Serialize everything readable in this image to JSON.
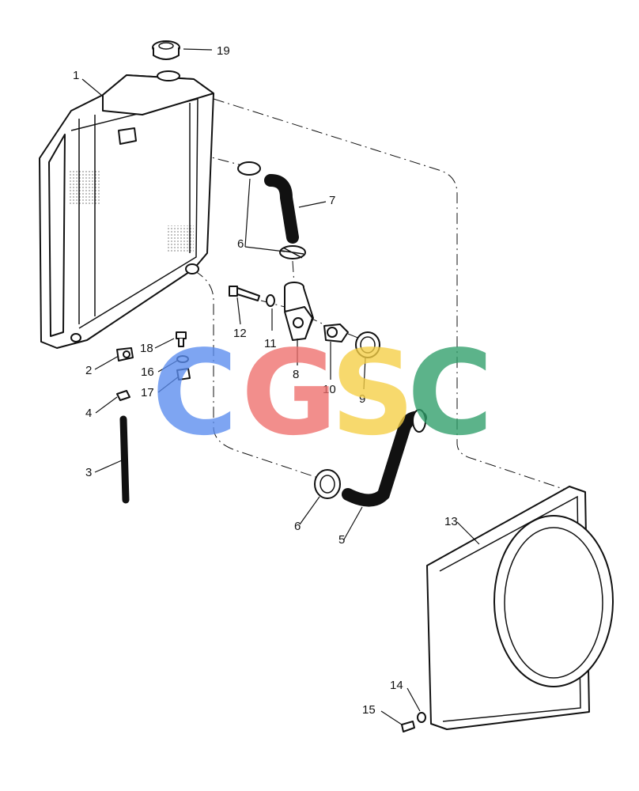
{
  "callouts": [
    "1",
    "2",
    "3",
    "4",
    "5",
    "6",
    "6",
    "7",
    "8",
    "9",
    "10",
    "11",
    "12",
    "13",
    "14",
    "15",
    "16",
    "17",
    "18",
    "19"
  ],
  "watermark": {
    "letters": [
      "C",
      "G",
      "S",
      "C"
    ],
    "colors": [
      "#5b8def",
      "#ef6f6c",
      "#f5cf45",
      "#2f9e6a"
    ]
  }
}
